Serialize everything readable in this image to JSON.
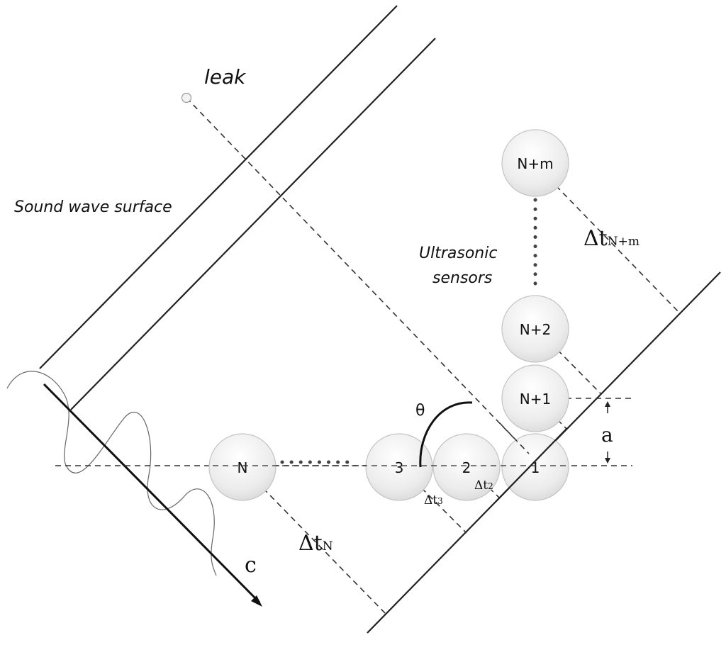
{
  "labels": {
    "leak": "leak",
    "wave_surface": "Sound wave surface",
    "sensors_line1": "Ultrasonic",
    "sensors_line2": "sensors",
    "theta": "θ",
    "a": "a",
    "c": "c",
    "dt_n_delta": "Δt",
    "dt_n_sub": "N",
    "dt_2_delta": "Δt",
    "dt_2_sub": "2",
    "dt_3_delta": "Δt",
    "dt_3_sub": "3",
    "dt_nm_delta": "Δt",
    "dt_nm_sub": "N+m"
  },
  "sensors": {
    "s1": "1",
    "s2": "2",
    "s3": "3",
    "sN": "N",
    "sN1": "N+1",
    "sN2": "N+2",
    "sNm": "N+m"
  }
}
